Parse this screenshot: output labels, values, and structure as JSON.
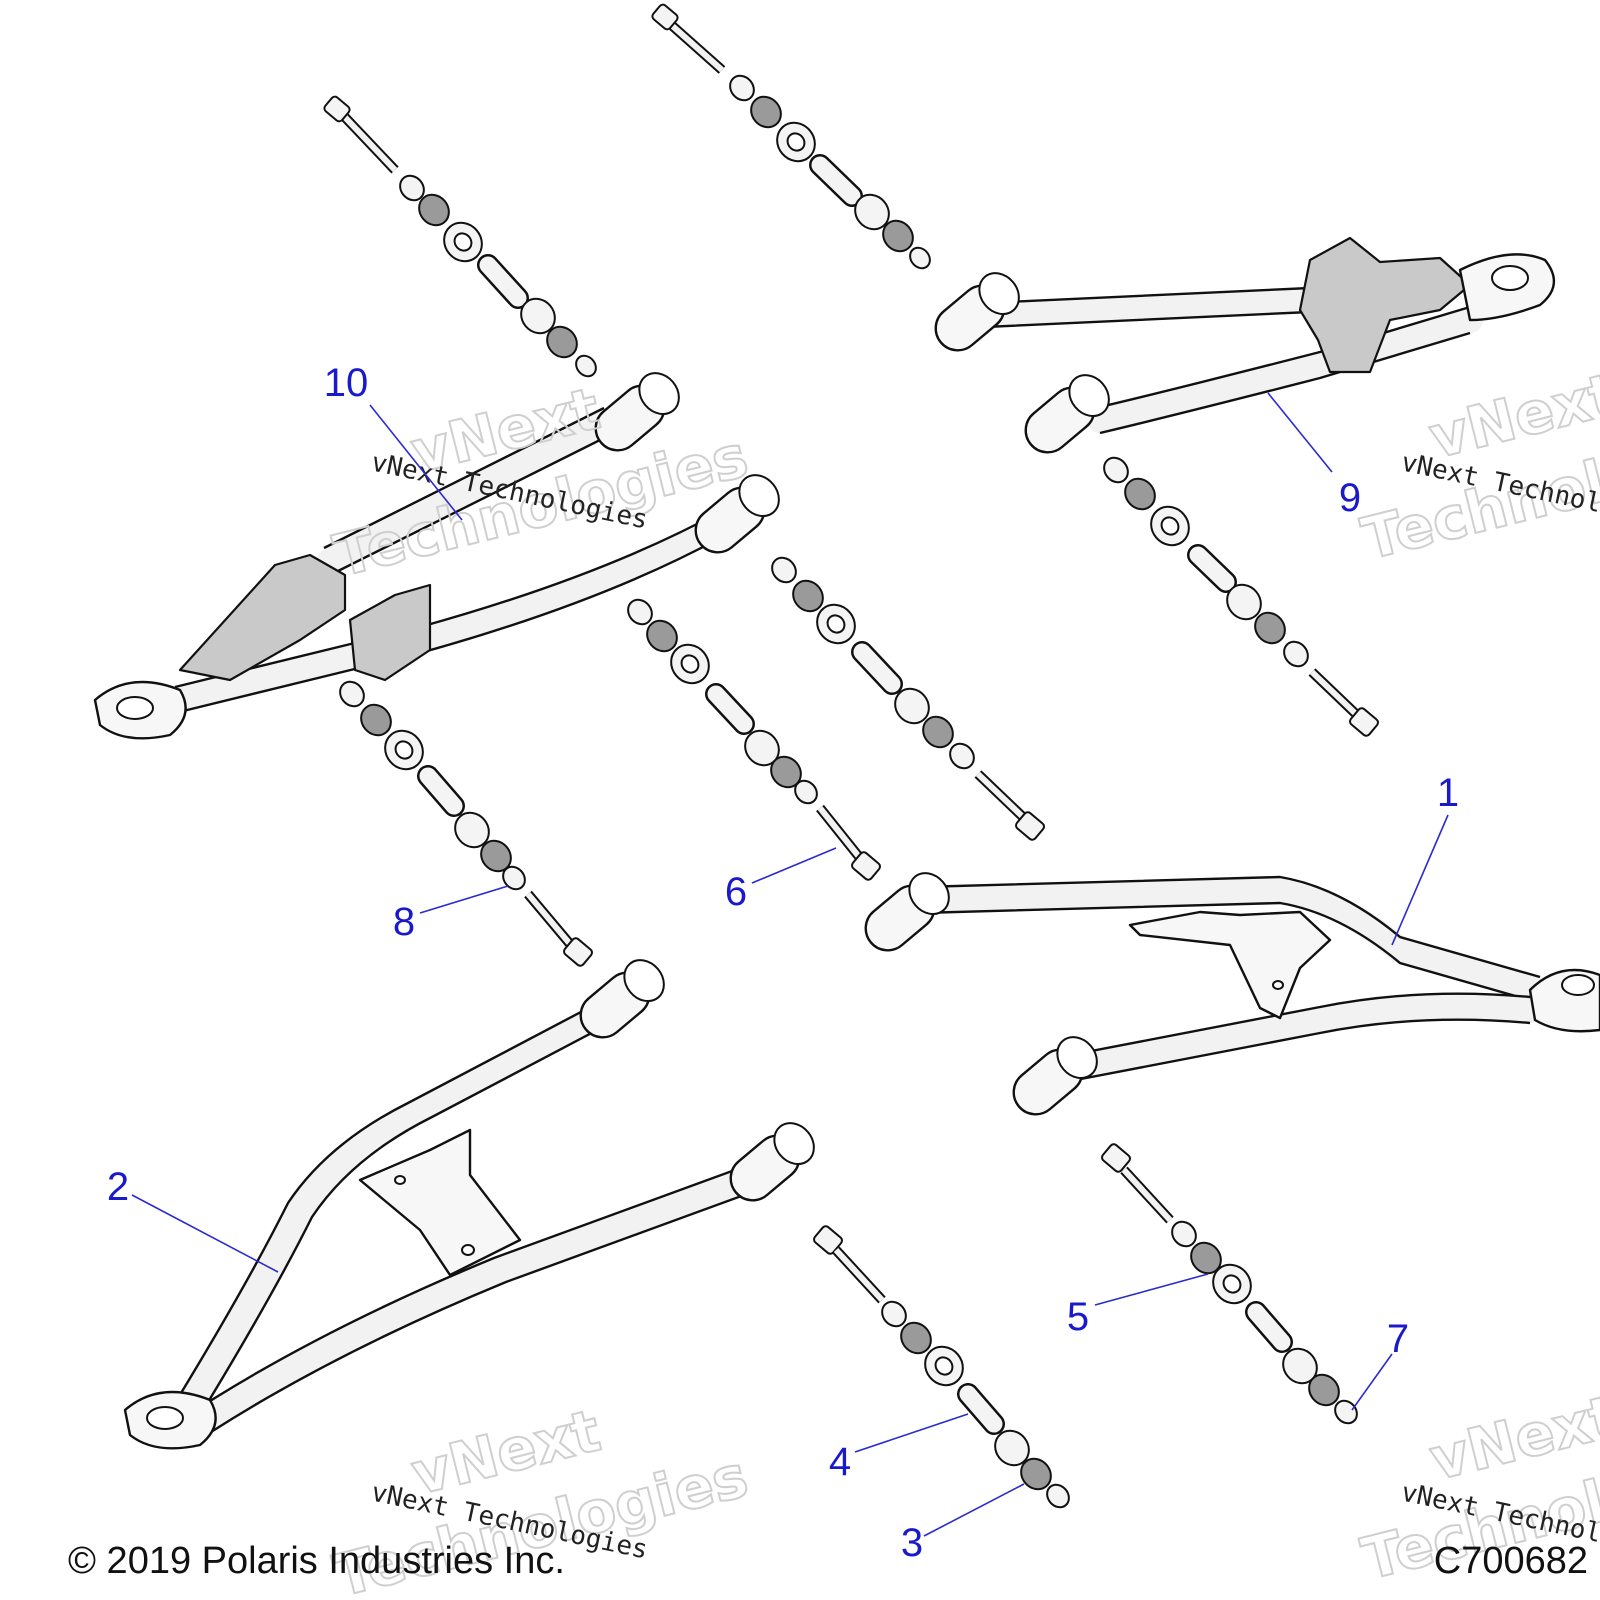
{
  "callouts": [
    {
      "label": "1"
    },
    {
      "label": "2"
    },
    {
      "label": "3"
    },
    {
      "label": "4"
    },
    {
      "label": "5"
    },
    {
      "label": "6"
    },
    {
      "label": "7"
    },
    {
      "label": "8"
    },
    {
      "label": "9"
    },
    {
      "label": "10"
    }
  ],
  "watermark": {
    "line": "vNext Technologies",
    "word1": "vNext",
    "word2": "Technologies"
  },
  "footer": {
    "copyright": "© 2019 Polaris Industries Inc.",
    "drawing_number": "C700682"
  },
  "colors": {
    "callout": "#1a1acc",
    "line": "#111111",
    "plate": "#c9c9c9"
  }
}
